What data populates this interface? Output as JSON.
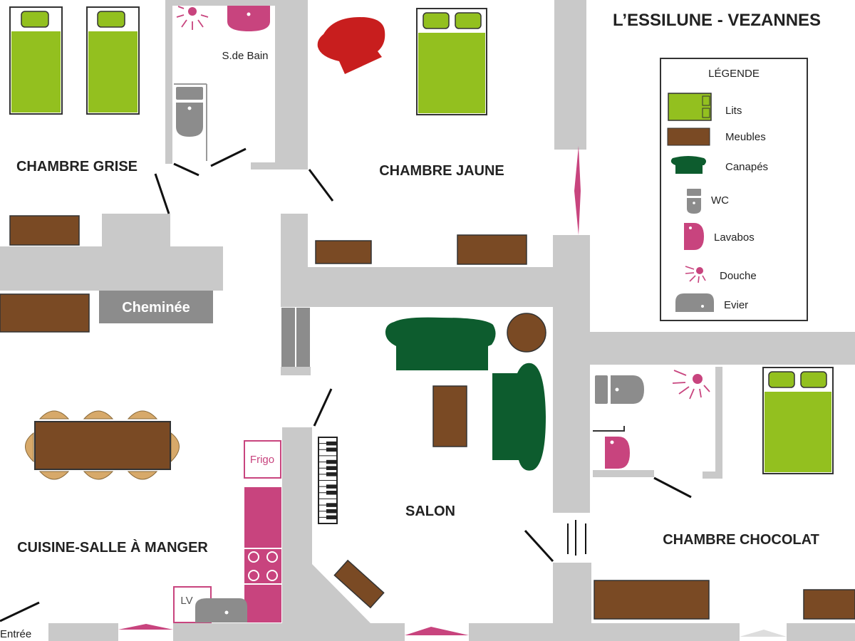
{
  "title": "L’ESSILUNE - VEZANNES",
  "colors": {
    "wall": "#c9c9c9",
    "bed": "#93c01f",
    "furniture": "#7a4a24",
    "sofa": "#0d5c2e",
    "fixture": "#8c8c8c",
    "sanitary": "#c8447e",
    "red": "#c81e1e",
    "chair": "#d7a96a"
  },
  "rooms": {
    "chambre_grise": "CHAMBRE GRISE",
    "chambre_jaune": "CHAMBRE JAUNE",
    "salon": "SALON",
    "cuisine": "CUISINE-SALLE À MANGER",
    "chambre_chocolat": "CHAMBRE CHOCOLAT",
    "salle_de_bain": "S.de Bain"
  },
  "labels": {
    "cheminee": "Cheminée",
    "frigo": "Frigo",
    "lv": "LV",
    "entree": "Entrée"
  },
  "legend": {
    "title": "LÉGENDE",
    "items": {
      "lits": "Lits",
      "meubles": "Meubles",
      "canapes": "Canapés",
      "wc": "WC",
      "lavabos": "Lavabos",
      "douche": "Douche",
      "evier": "Evier"
    }
  }
}
